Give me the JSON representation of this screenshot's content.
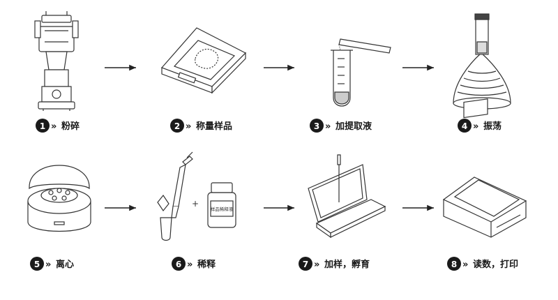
{
  "steps": [
    {
      "num": "1",
      "label": "粉碎",
      "icon": "grinder-icon"
    },
    {
      "num": "2",
      "label": "称量样品",
      "icon": "scale-icon"
    },
    {
      "num": "3",
      "label": "加提取液",
      "icon": "test-tube-icon"
    },
    {
      "num": "4",
      "label": "振荡",
      "icon": "vortex-mixer-icon"
    },
    {
      "num": "5",
      "label": "离心",
      "icon": "centrifuge-icon"
    },
    {
      "num": "6",
      "label": "稀释",
      "icon": "pipette-icon"
    },
    {
      "num": "7",
      "label": "加样，孵育",
      "icon": "incubator-icon"
    },
    {
      "num": "8",
      "label": "读数，打印",
      "icon": "reader-icon"
    }
  ],
  "bottle_label": "样品稀释液",
  "plus_sign": "+",
  "colors": {
    "line": "#333333",
    "badge": "#1a1a1a"
  }
}
